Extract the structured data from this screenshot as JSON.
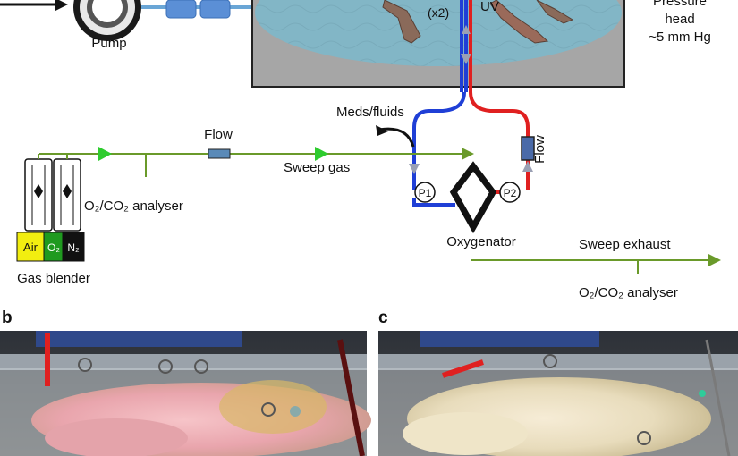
{
  "labels": {
    "pump": "Pump",
    "x2": "(x2)",
    "uv": "UV",
    "pressure_head_line1": "Pressure",
    "pressure_head_line2": "head",
    "pressure_head_line3": "~5 mm Hg",
    "meds_fluids": "Meds/fluids",
    "flow_gas": "Flow",
    "flow_blood": "Flow",
    "sweep_gas": "Sweep gas",
    "analyser_top": "O₂/CO₂ analyser",
    "p1": "P1",
    "p2": "P2",
    "oxygenator": "Oxygenator",
    "sweep_exhaust": "Sweep exhaust",
    "analyser_bottom": "O₂/CO₂ analyser",
    "air": "Air",
    "o2": "O₂",
    "n2": "N₂",
    "gas_blender": "Gas blender",
    "panel_b": "b",
    "panel_c": "c"
  },
  "colors": {
    "gas_line": "#6a9a2a",
    "arrow_green": "#2ecc2e",
    "vein_blue": "#1f3fd6",
    "artery_red": "#e02020",
    "arrow_grey": "#9aa0b4",
    "fluid_bath": "#82b6c6",
    "tank_grey": "#a6a6a6",
    "flow_sensor": "#4a7aa8",
    "pump_blue": "#5b8fd6",
    "air_yellow": "#f2ee10",
    "o2_green": "#1f9a1f",
    "n2_black": "#111111",
    "oxygenator": "#111111"
  },
  "icons": [
    "pump-icon",
    "flow-sensor-icon",
    "pressure-sensor-icon",
    "oxygenator-icon",
    "flowmeter-icon",
    "tube-arrow-icon"
  ]
}
